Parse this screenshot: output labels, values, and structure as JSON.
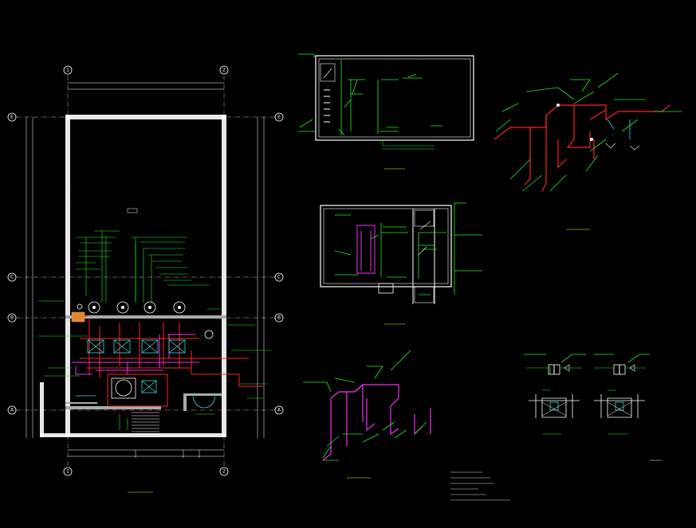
{
  "drawing": {
    "axis_labels": {
      "left_column": "1",
      "right_column": "2",
      "row_e": "E",
      "row_c": "C",
      "row_b": "B",
      "row_a": "A"
    },
    "plan_title": "",
    "section_1_title": "",
    "section_2_title": "",
    "iso_1_title": "",
    "iso_2_title": "",
    "detail_1_title": "",
    "detail_2_title": "",
    "notes_heading": "",
    "note_lines": [
      "",
      "",
      "",
      "",
      "",
      ""
    ]
  },
  "colors": {
    "background": "#000000",
    "walls": "#ffffff",
    "annotation": "#22ee22",
    "pipe_magenta": "#ee33ee",
    "pipe_red": "#ff2222",
    "equipment_cyan": "#33dddd",
    "dimension_yellow": "#eeee33"
  },
  "icons": [
    "axis-bubble-icon",
    "pump-icon",
    "valve-icon",
    "tank-icon"
  ]
}
